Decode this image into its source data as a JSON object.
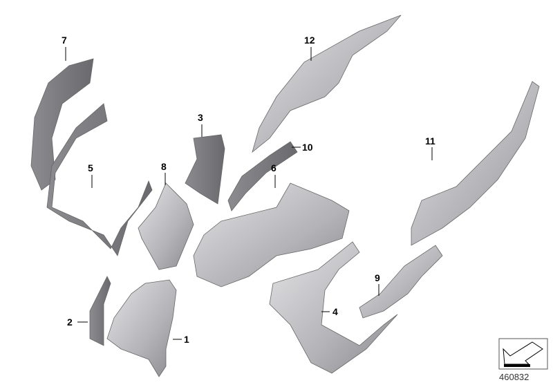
{
  "diagram": {
    "callouts": [
      {
        "id": "part-7",
        "label": "7"
      },
      {
        "id": "part-12",
        "label": "12"
      },
      {
        "id": "part-3",
        "label": "3"
      },
      {
        "id": "part-10",
        "label": "10"
      },
      {
        "id": "part-5",
        "label": "5"
      },
      {
        "id": "part-8",
        "label": "8"
      },
      {
        "id": "part-6",
        "label": "6"
      },
      {
        "id": "part-11",
        "label": "11"
      },
      {
        "id": "part-9",
        "label": "9"
      },
      {
        "id": "part-4",
        "label": "4"
      },
      {
        "id": "part-2",
        "label": "2"
      },
      {
        "id": "part-1",
        "label": "1"
      }
    ],
    "reference_number": "460832",
    "colors": {
      "part_light": "#d6d6d8",
      "part_mid": "#a9a9ad",
      "part_dark": "#6e6e72",
      "outline": "#555555"
    }
  }
}
